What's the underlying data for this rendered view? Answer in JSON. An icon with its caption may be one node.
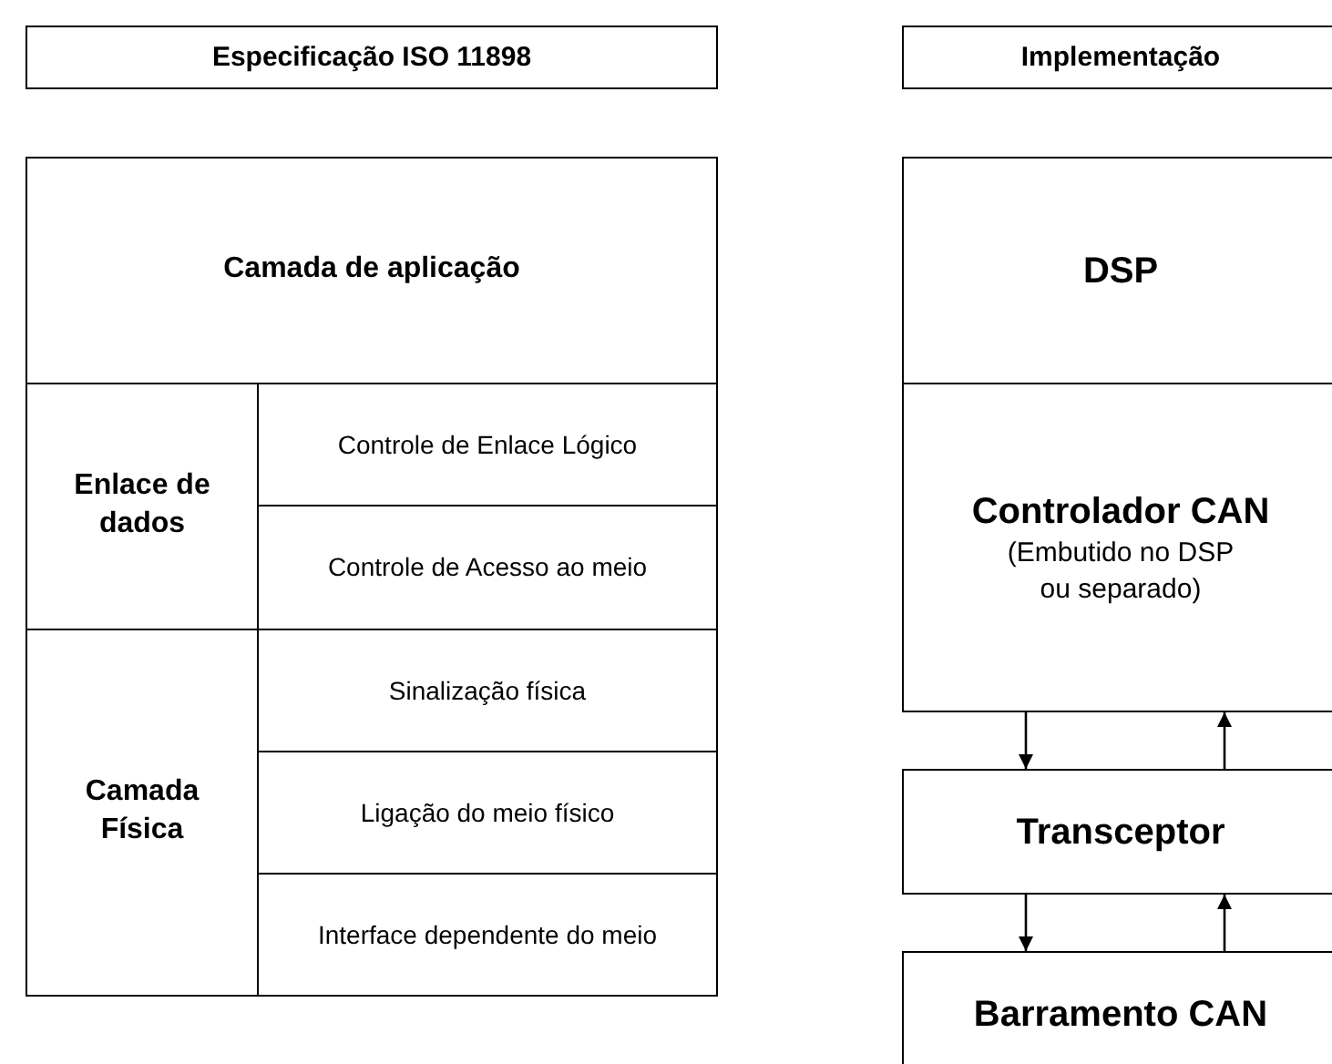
{
  "diagram": {
    "nodes": [
      {
        "text": [
          "Especificação ISO 11898"
        ]
      },
      {
        "text": [
          "Implementação"
        ]
      },
      {
        "text": [
          "Camada de aplicação"
        ]
      },
      {
        "text": [
          "Enlace de dados"
        ]
      },
      {
        "text": [
          "Controle de Enlace Lógico"
        ]
      },
      {
        "text": [
          "Controle de Acesso ao meio"
        ]
      },
      {
        "text": [
          "Camada Física"
        ]
      },
      {
        "text": [
          "Sinalização física"
        ]
      },
      {
        "text": [
          "Ligação do meio físico"
        ]
      },
      {
        "text": [
          "Interface dependente do meio"
        ]
      },
      {
        "text": [
          "DSP"
        ]
      },
      {
        "text": [
          "Controlador CAN",
          "(Embutido no DSP ou separado)"
        ]
      },
      {
        "text": [
          "Transceptor"
        ]
      },
      {
        "text": [
          "Barramento CAN"
        ]
      }
    ],
    "edges": [
      {
        "from": 11,
        "to": 12,
        "arrow": "to"
      },
      {
        "from": 12,
        "to": 11,
        "arrow": "to"
      },
      {
        "from": 12,
        "to": 13,
        "arrow": "to"
      },
      {
        "from": 13,
        "to": 12,
        "arrow": "to"
      }
    ]
  }
}
